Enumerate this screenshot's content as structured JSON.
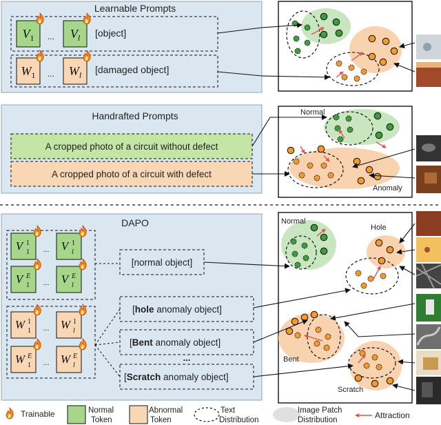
{
  "colors": {
    "panel_bg": "#dbe7f0",
    "panel_border": "#8aa4b8",
    "normal_token": "#a5d68a",
    "abnormal_token": "#f9d7b4",
    "normal_cluster": "#c8e6c0",
    "anomaly_cluster": "#f9d3b0",
    "normal_dot": "#3f9c3f",
    "anomaly_dot": "#f39a2b",
    "attraction": "#e8524a"
  },
  "learnable": {
    "title": "Learnable Prompts",
    "v_first": "V",
    "v_first_sub": "1",
    "v_last": "V",
    "v_last_sub": "l",
    "dots": "...",
    "object_label": "[object]",
    "w_first": "W",
    "w_first_sub": "1",
    "w_last": "W",
    "w_last_sub": "l",
    "damaged_label": "[damaged object]"
  },
  "handcrafted": {
    "title": "Handrafted Prompts",
    "normal_prompt": "A cropped photo of a circuit without defect",
    "defect_prompt": "A cropped photo of a circuit with defect",
    "normal_label": "Normal",
    "anomaly_label": "Anomaly"
  },
  "dapo": {
    "title": "DAPO",
    "v11": "V",
    "v11_sub": "1",
    "v11_sup": "1",
    "vl1": "V",
    "vl1_sub": "l",
    "vl1_sup": "1",
    "v1e": "V",
    "v1e_sub": "1",
    "v1e_sup": "E",
    "vle": "V",
    "vle_sub": "l",
    "vle_sup": "E",
    "w11": "W",
    "w11_sub": "1",
    "w11_sup": "1",
    "wl1": "W",
    "wl1_sub": "l",
    "wl1_sup": "1",
    "w1e": "W",
    "w1e_sub": "1",
    "w1e_sup": "E",
    "wle": "W",
    "wle_sub": "l",
    "wle_sup": "E",
    "dots": "...",
    "normal_object": "[normal object]",
    "hole_bold": "hole",
    "hole_rest": " anomaly object]",
    "bent_bold": "Bent",
    "bent_rest": " anomaly object]",
    "scratch_bold": "Scratch",
    "scratch_rest": " anomaly object]",
    "open_bracket": "[",
    "vdots": "...",
    "normal_label": "Normal",
    "hole_label": "Hole",
    "bent_label": "Bent",
    "scratch_label": "Scratch"
  },
  "legend": {
    "trainable": "Trainable",
    "normal_token_1": "Normal",
    "normal_token_2": "Token",
    "abnormal_token_1": "Abnormal",
    "abnormal_token_2": "Token",
    "text_dist_1": "Text",
    "text_dist_2": "Distribution",
    "image_patch_1": "Image Patch",
    "image_patch_2": "Distribution",
    "attraction": "Attraction"
  }
}
